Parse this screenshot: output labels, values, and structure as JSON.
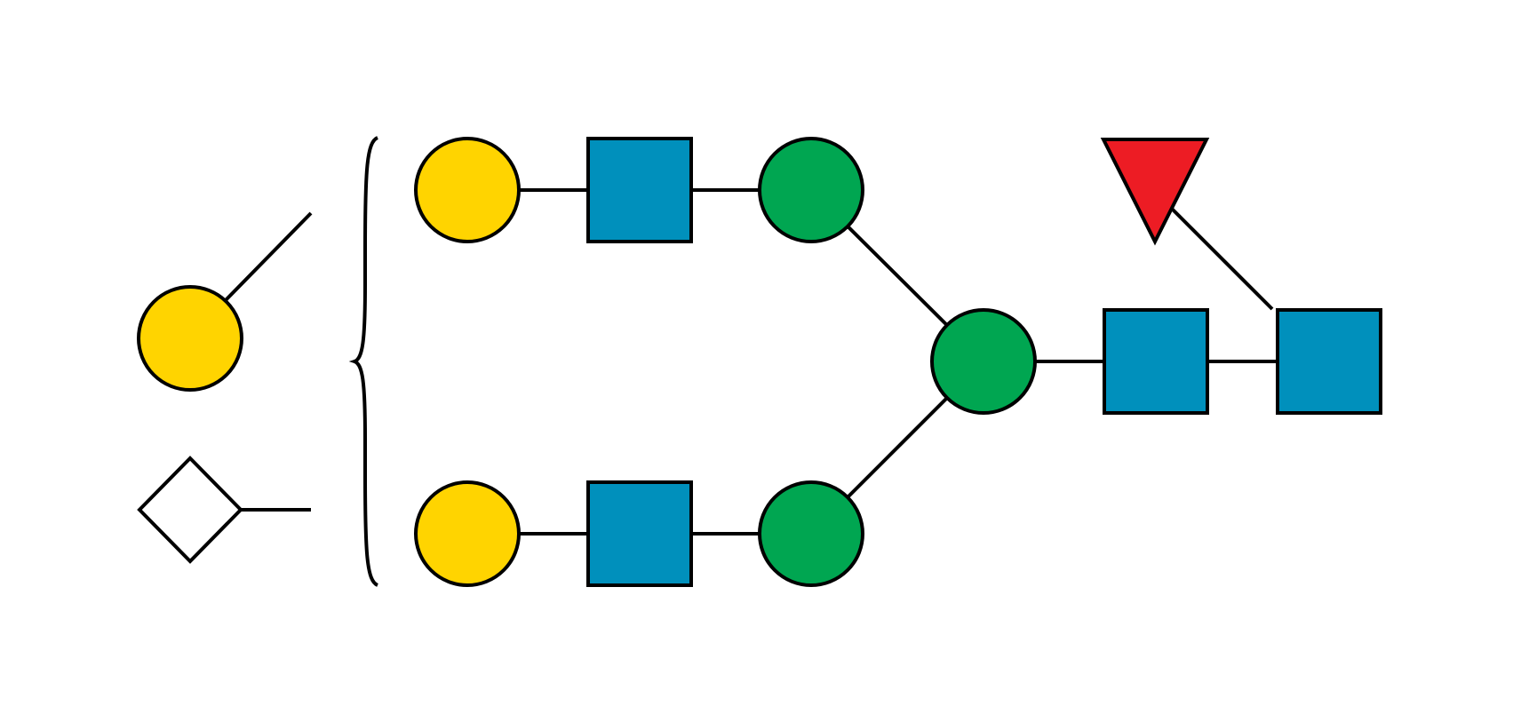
{
  "diagram": {
    "type": "glycan-snfg",
    "colors": {
      "background": "#ffffff",
      "stroke": "#000000",
      "galactose": "#FFD400",
      "glcnac": "#0090BC",
      "mannose": "#00A651",
      "fucose": "#ED1C24",
      "sialic_acid_unspecified": "#FFFFFF"
    },
    "nodes": [
      {
        "id": "fuc",
        "shape": "triangle",
        "monosaccharide": "fucose",
        "icon": "red-triangle-icon"
      },
      {
        "id": "glcnac_root",
        "shape": "square",
        "monosaccharide": "glcnac",
        "icon": "blue-square-icon"
      },
      {
        "id": "glcnac_core",
        "shape": "square",
        "monosaccharide": "glcnac",
        "icon": "blue-square-icon"
      },
      {
        "id": "man_core",
        "shape": "circle",
        "monosaccharide": "mannose",
        "icon": "green-circle-icon"
      },
      {
        "id": "man_upper",
        "shape": "circle",
        "monosaccharide": "mannose",
        "icon": "green-circle-icon"
      },
      {
        "id": "man_lower",
        "shape": "circle",
        "monosaccharide": "mannose",
        "icon": "green-circle-icon"
      },
      {
        "id": "glcnac_upper",
        "shape": "square",
        "monosaccharide": "glcnac",
        "icon": "blue-square-icon"
      },
      {
        "id": "glcnac_lower",
        "shape": "square",
        "monosaccharide": "glcnac",
        "icon": "blue-square-icon"
      },
      {
        "id": "gal_upper",
        "shape": "circle",
        "monosaccharide": "galactose",
        "icon": "yellow-circle-icon"
      },
      {
        "id": "gal_lower",
        "shape": "circle",
        "monosaccharide": "galactose",
        "icon": "yellow-circle-icon"
      },
      {
        "id": "gal_ambig",
        "shape": "circle",
        "monosaccharide": "galactose",
        "icon": "yellow-circle-icon",
        "ambiguous": true
      },
      {
        "id": "diamond_ambig",
        "shape": "diamond",
        "monosaccharide": "sialic_acid_unspecified",
        "icon": "white-diamond-icon",
        "ambiguous": true
      }
    ],
    "edges": [
      [
        "glcnac_root",
        "glcnac_core"
      ],
      [
        "glcnac_root",
        "fuc"
      ],
      [
        "glcnac_core",
        "man_core"
      ],
      [
        "man_core",
        "man_upper"
      ],
      [
        "man_core",
        "man_lower"
      ],
      [
        "man_upper",
        "glcnac_upper"
      ],
      [
        "man_lower",
        "glcnac_lower"
      ],
      [
        "glcnac_upper",
        "gal_upper"
      ],
      [
        "glcnac_lower",
        "gal_lower"
      ]
    ],
    "bracket": {
      "icon": "curly-brace-icon",
      "encloses": [
        "gal_upper",
        "gal_lower"
      ]
    }
  }
}
